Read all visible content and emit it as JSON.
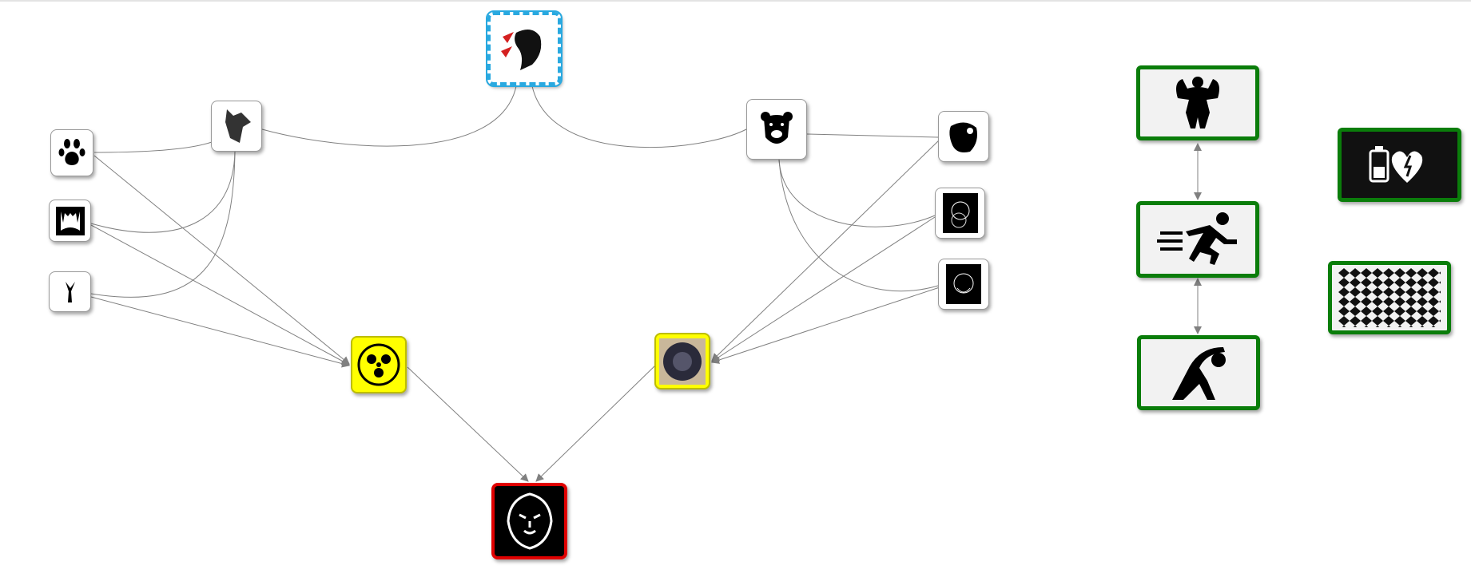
{
  "diagram": {
    "colors": {
      "edge": "#808080",
      "root_border": "#29a9e0",
      "merge_fill": "#ffff00",
      "sink_border": "#e00000",
      "group_border": "#0a7d0a"
    },
    "nodes": [
      {
        "id": "root",
        "icon": "fist-logo-icon"
      },
      {
        "id": "wolf",
        "icon": "wolf-head-icon"
      },
      {
        "id": "paw",
        "icon": "paw-print-icon"
      },
      {
        "id": "fangs",
        "icon": "fangs-icon"
      },
      {
        "id": "claw",
        "icon": "claw-icon"
      },
      {
        "id": "paws-circle",
        "icon": "paws-circle-icon"
      },
      {
        "id": "bear",
        "icon": "bear-head-icon"
      },
      {
        "id": "bear-roar",
        "icon": "roaring-bear-icon"
      },
      {
        "id": "bear-sketch-1",
        "icon": "bear-sketch-icon"
      },
      {
        "id": "bear-sketch-2",
        "icon": "bear-sketch-icon"
      },
      {
        "id": "bear-medallion",
        "icon": "bear-medallion-icon"
      },
      {
        "id": "lion",
        "icon": "lion-head-icon"
      },
      {
        "id": "strong",
        "icon": "strongman-icon"
      },
      {
        "id": "runner",
        "icon": "running-person-icon"
      },
      {
        "id": "stretch",
        "icon": "stretching-person-icon"
      },
      {
        "id": "energy",
        "icon": "battery-heart-icon"
      },
      {
        "id": "mesh",
        "icon": "scale-mesh-icon"
      }
    ]
  }
}
